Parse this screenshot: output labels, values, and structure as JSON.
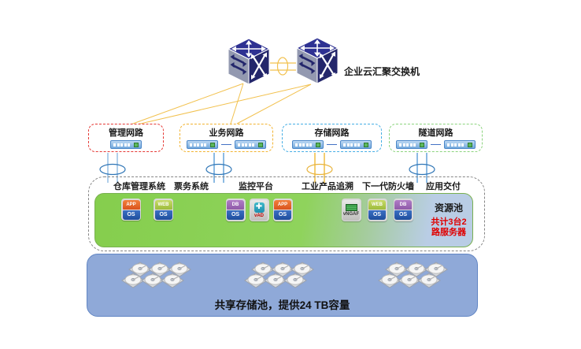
{
  "core": {
    "label": "企业云汇聚交换机",
    "icon": "switch-cube-icon",
    "switch_count": 2
  },
  "networks": [
    {
      "label": "管理网路",
      "border_color": "#E53935",
      "switches": 1
    },
    {
      "label": "业务网路",
      "border_color": "#F2B330",
      "switches": 2
    },
    {
      "label": "存储网路",
      "border_color": "#45AEE5",
      "switches": 2
    },
    {
      "label": "隧道网路",
      "border_color": "#8CD47E",
      "switches": 2
    }
  ],
  "applications": [
    "仓库管理系统",
    "票务系统",
    "监控平台",
    "工业产品追溯",
    "下一代防火墙",
    "应用交付"
  ],
  "resource_pool": {
    "title": "资源池",
    "note_line1": "共计3台2",
    "note_line2": "路服务器",
    "os_label": "OS",
    "servers": [
      {
        "vms": [
          {
            "top": "APP"
          },
          {
            "top": "WEB"
          }
        ]
      },
      {
        "vms": [
          {
            "top": "DB"
          },
          {
            "top": "vAD"
          },
          {
            "top": "APP"
          }
        ]
      },
      {
        "vms": [
          {
            "top": "vNGAF"
          },
          {
            "top": "WEB"
          },
          {
            "top": "DB"
          }
        ]
      }
    ]
  },
  "storage": {
    "caption": "共享存储池，提供24 TB容量",
    "disk_groups": 3,
    "disks_per_group": 6
  },
  "colors": {
    "link_yellow": "#F2C14E",
    "connector_blue": "#6FA8DC",
    "ellipse_blue": "#2E75B6",
    "pool_green": "#85CE4D",
    "pool_blue_end": "#B9CDE5",
    "storage_blue": "#8FA9D8",
    "note_red": "#E00000"
  }
}
